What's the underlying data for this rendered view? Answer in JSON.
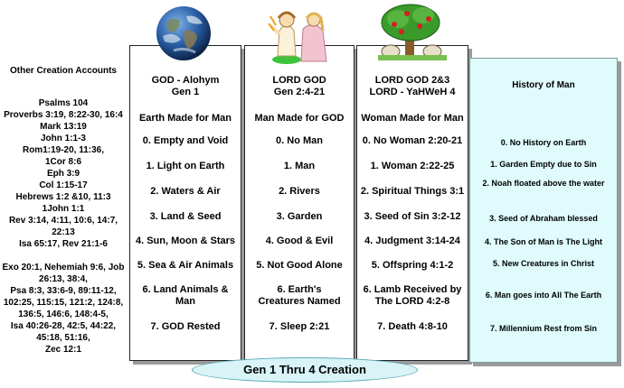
{
  "left": {
    "title": "Other Creation Accounts",
    "lines": [
      "Psalms 104",
      "Proverbs 3:19, 8:22-30, 16:4",
      "Mark 13:19",
      "John 1:1-3",
      "Rom1:19-20, 11:36,",
      "1Cor 8:6",
      "Eph 3:9",
      "Col 1:15-17",
      "Hebrews 1:2 &10, 11:3",
      "1John 1:1",
      "Rev 3:14, 4:11, 10:6, 14:7,",
      "22:13",
      "Isa 65:17, Rev 21:1-6",
      "",
      "Exo 20:1, Nehemiah 9:6, Job",
      "26:13, 38:4,",
      "Psa 8:3, 33:6-9, 89:11-12,",
      "102:25, 115:15, 121:2, 124:8,",
      "136:5, 146:6, 148:4-5,",
      "Isa 40:26-28, 42:5, 44:22,",
      "45:18, 51:16,",
      "Zec 12:1"
    ]
  },
  "columns": [
    {
      "header": [
        "GOD - Alohym",
        "Gen 1"
      ],
      "subheader": "Earth Made for Man",
      "items": [
        "0. Empty and Void",
        "1. Light on Earth",
        "2. Waters & Air",
        "3. Land & Seed",
        "4. Sun, Moon & Stars",
        "5. Sea & Air Animals",
        "6. Land Animals & Man",
        "7. GOD Rested"
      ]
    },
    {
      "header": [
        "LORD GOD",
        "Gen 2:4-21"
      ],
      "subheader": "Man Made for GOD",
      "items": [
        "0. No Man",
        "1. Man",
        "2. Rivers",
        "3. Garden",
        "4. Good & Evil",
        "5. Not Good Alone",
        "6. Earth's Creatures Named",
        "7. Sleep 2:21"
      ]
    },
    {
      "header": [
        "LORD GOD 2&3",
        "LORD - YaHWeH 4"
      ],
      "subheader": "Woman Made for Man",
      "items": [
        "0. No Woman 2:20-21",
        "1. Woman 2:22-25",
        "2. Spiritual Things 3:1",
        "3. Seed of Sin 3:2-12",
        "4. Judgment 3:14-24",
        "5. Offspring 4:1-2",
        "6. Lamb Received by The LORD 4:2-8",
        "7. Death 4:8-10"
      ]
    },
    {
      "header": [
        "History of Man"
      ],
      "items": [
        "0. No History on Earth",
        "1. Garden Empty due to Sin",
        "2. Noah floated above the water",
        "3. Seed of Abraham blessed",
        "4. The Son of Man is The Light",
        "5. New Creatures in Christ",
        "6. Man goes into All The Earth",
        "7. Millennium Rest from Sin"
      ]
    }
  ],
  "footer": "Gen 1 Thru 4 Creation",
  "colors": {
    "history_bg": "#dffbfb",
    "footer_bg": "#d8f4f6",
    "earth_blue": "#2a5fa8",
    "tree_green": "#3a9a2a",
    "apple_red": "#d42020",
    "robe_pink": "#f2c4d0"
  }
}
